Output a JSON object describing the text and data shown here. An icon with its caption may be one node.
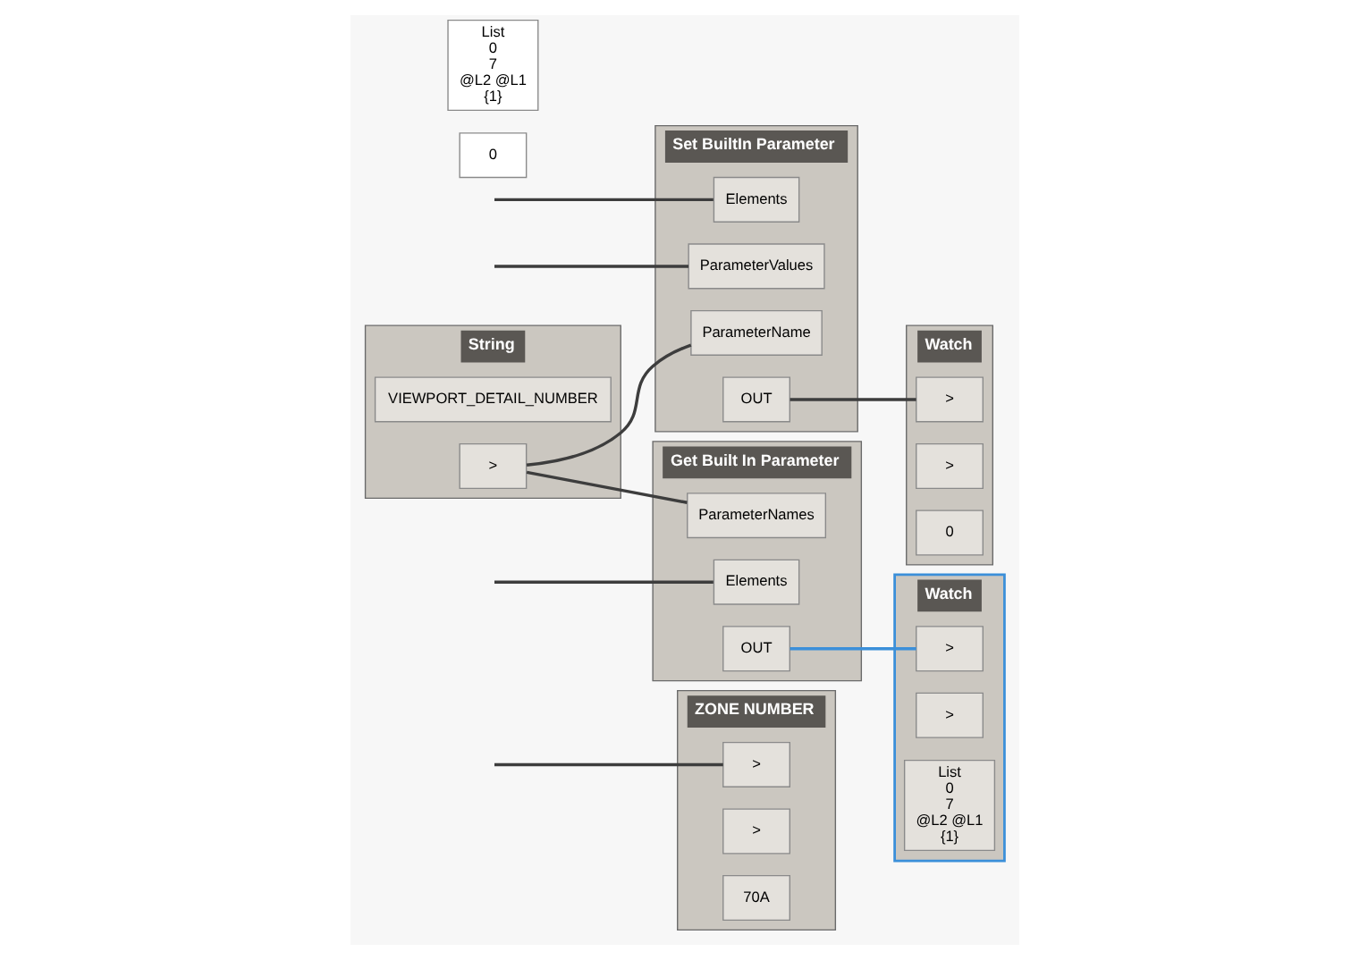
{
  "diagram": {
    "nodes": [
      {
        "text": [
          "ZONE NUMBER"
        ]
      },
      {
        "text": [
          ">"
        ],
        "in": 0
      },
      {
        "text": [
          ">"
        ],
        "in": 0
      },
      {
        "text": [
          "70A"
        ],
        "in": 0
      },
      {
        "text": [
          "Set BuiltIn Parameter"
        ]
      },
      {
        "text": [
          "ParameterName"
        ],
        "in": 4
      },
      {
        "text": [
          "Elements"
        ],
        "in": 4
      },
      {
        "text": [
          "ParameterValues"
        ],
        "in": 4
      },
      {
        "text": [
          "OUT"
        ],
        "in": 4
      },
      {
        "text": [
          "0"
        ]
      },
      {
        "text": [
          "Watch"
        ]
      },
      {
        "text": [
          ">"
        ],
        "in": 10
      },
      {
        "text": [
          ">"
        ],
        "in": 10
      },
      {
        "text": [
          "0"
        ],
        "in": 10
      },
      {
        "text": [
          "String"
        ]
      },
      {
        "text": [
          "VIEWPORT_DETAIL_NUMBER"
        ],
        "in": 14
      },
      {
        "text": [
          ">"
        ],
        "in": 14
      },
      {
        "text": [
          "Get Built In Parameter"
        ]
      },
      {
        "text": [
          "ParameterNames"
        ],
        "in": 17
      },
      {
        "text": [
          "Elements"
        ],
        "in": 17
      },
      {
        "text": [
          "OUT"
        ],
        "in": 17
      },
      {
        "text": [
          "List",
          "0",
          "7",
          "@L2 @L1",
          "{1}"
        ]
      },
      {
        "text": [
          "Watch"
        ]
      },
      {
        "text": [
          ">"
        ],
        "in": 22
      },
      {
        "text": [
          ">"
        ],
        "in": 22
      },
      {
        "text": [
          "List",
          "0",
          "7",
          "@L2 @L1",
          "{1}"
        ],
        "in": 22
      }
    ],
    "edges": [
      {
        "from": null,
        "to": 1,
        "arrow": "none"
      },
      {
        "from": null,
        "to": 6,
        "arrow": "none"
      },
      {
        "from": null,
        "to": 7,
        "arrow": "none"
      },
      {
        "from": 8,
        "to": 11,
        "arrow": "none"
      },
      {
        "from": 16,
        "to": 5,
        "arrow": "none"
      },
      {
        "from": 16,
        "to": 18,
        "arrow": "none"
      },
      {
        "from": null,
        "to": 19,
        "arrow": "none"
      },
      {
        "from": 20,
        "to": 23,
        "arrow": "none",
        "color": "#3b8fd9"
      }
    ]
  }
}
